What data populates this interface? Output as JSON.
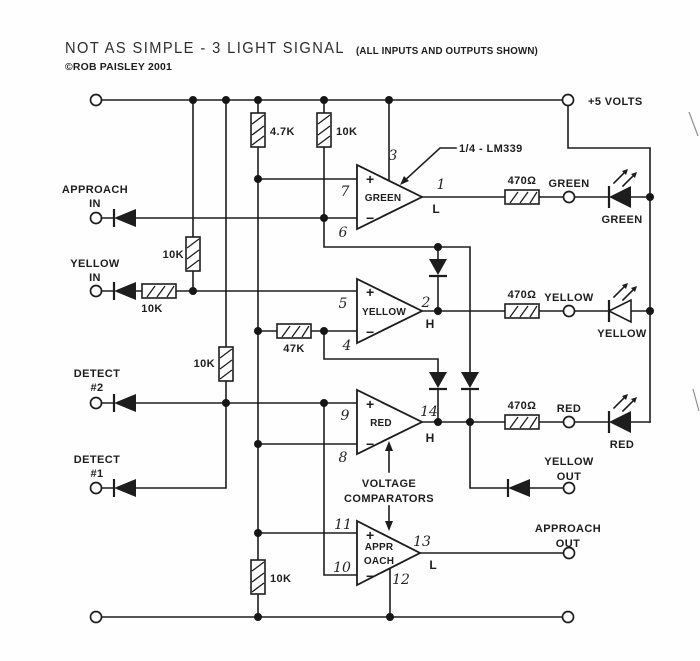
{
  "colors": {
    "ink": "#1d1d1d",
    "paper": "#fefefe"
  },
  "header": {
    "title": "NOT AS SIMPLE - 3 LIGHT SIGNAL",
    "subtitle": "(ALL INPUTS AND OUTPUTS SHOWN)",
    "copyright": "©ROB PAISLEY 2001"
  },
  "power": {
    "plus5_label": "+5 VOLTS"
  },
  "callout": {
    "lm339": "1/4 - LM339"
  },
  "note": {
    "line1": "VOLTAGE",
    "line2": "COMPARATORS"
  },
  "inputs": {
    "approach_in": {
      "line1": "APPROACH",
      "line2": "IN"
    },
    "yellow_in": {
      "line1": "YELLOW",
      "line2": "IN"
    },
    "detect2": {
      "line1": "DETECT",
      "line2": "#2"
    },
    "detect1": {
      "line1": "DETECT",
      "line2": "#1"
    }
  },
  "resistors": {
    "r_4k7_ref": "4.7K",
    "r_10k_approach_pullup": "10K",
    "r_10k_yellow_pullup": "10K",
    "r_10k_yellow_series": "10K",
    "r_10k_detect_pullup": "10K",
    "r_47k": "47K",
    "r_470_green": "470Ω",
    "r_470_yellow": "470Ω",
    "r_470_red": "470Ω",
    "r_10k_ref_bottom": "10K"
  },
  "comparators": {
    "green": {
      "name": "GREEN",
      "plus": "+",
      "minus": "−",
      "pin_plus": "7",
      "pin_minus": "6",
      "pin_out": "1",
      "pin_power": "3",
      "state": "L"
    },
    "yellow": {
      "name": "YELLOW",
      "plus": "+",
      "minus": "−",
      "pin_plus": "5",
      "pin_minus": "4",
      "pin_out": "2",
      "state": "H"
    },
    "red": {
      "name": "RED",
      "plus": "+",
      "minus": "−",
      "pin_plus": "9",
      "pin_minus": "8",
      "pin_out": "14",
      "state": "H"
    },
    "approach": {
      "name_line1": "APPR",
      "name_line2": "OACH",
      "plus": "+",
      "minus": "−",
      "pin_plus": "11",
      "pin_minus": "10",
      "pin_out": "13",
      "pin_gnd": "12",
      "state": "L"
    }
  },
  "outputs": {
    "green": {
      "terminal_label": "GREEN",
      "led_label": "GREEN"
    },
    "yellow": {
      "terminal_label": "YELLOW",
      "led_label": "YELLOW"
    },
    "red": {
      "terminal_label": "RED",
      "led_label": "RED"
    },
    "yellow_out": {
      "line1": "YELLOW",
      "line2": "OUT"
    },
    "approach_out": {
      "line1": "APPROACH",
      "line2": "OUT"
    }
  }
}
